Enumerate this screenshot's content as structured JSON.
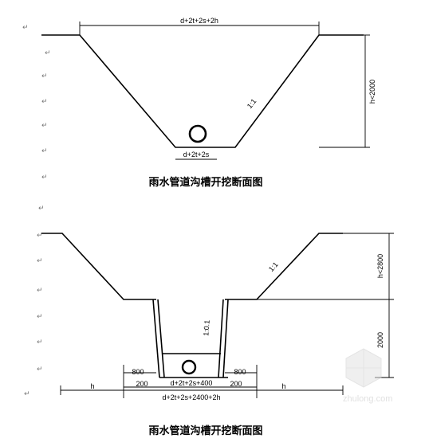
{
  "paragraph_mark": "↵",
  "figure1": {
    "top_dim": "d+2t+2s+2h",
    "depth_dim": "h<2000",
    "slope": "1:1",
    "bottom_dim": "d+2t+2s",
    "caption": "雨水管道沟槽开挖断面图"
  },
  "figure2": {
    "slope_upper": "1:1",
    "depth_upper": "h<2800",
    "slope_lower": "1:0.1",
    "depth_lower": "2000",
    "dim_800_left": "800",
    "dim_800_right": "800",
    "dim_200_left": "200",
    "dim_200_right": "200",
    "bottom_dim": "d+2t+2s+400",
    "h_left": "h",
    "h_right": "h",
    "overall_dim": "d+2t+2s+2400+2h",
    "caption": "雨水管道沟槽开挖断面图"
  },
  "watermark": {
    "text": "zhulong.com"
  }
}
